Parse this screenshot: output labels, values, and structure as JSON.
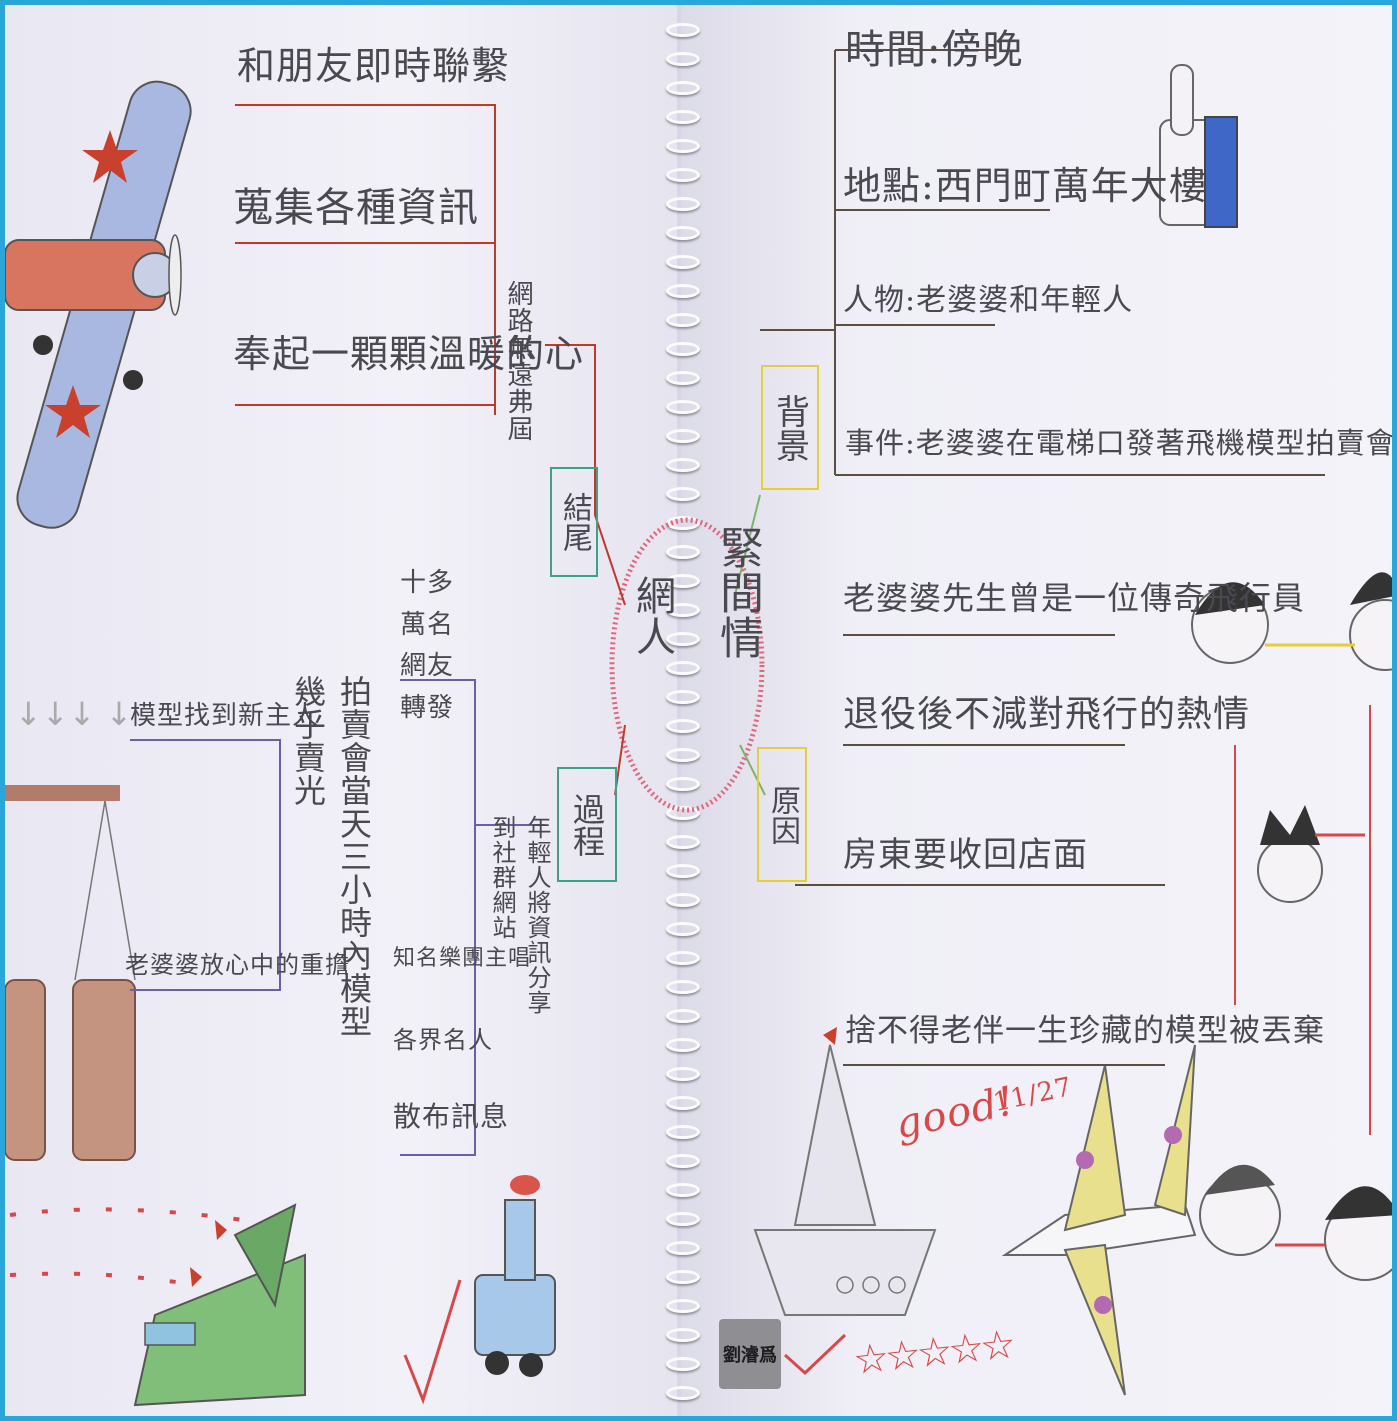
{
  "theme": {
    "frame_color": "#2aa6d8",
    "paper_color": "#f1f0f7",
    "ink_color": "#4a4950",
    "center_circle_color": "#e2677d"
  },
  "center_topic": {
    "left": "網人",
    "right": "緊間情"
  },
  "branches": {
    "ending": {
      "label": "結尾",
      "sub": "網路無遠弗屆",
      "items": [
        "和朋友即時聯繫",
        "蒐集各種資訊",
        "奉起一顆顆溫暖的心"
      ]
    },
    "process": {
      "label": "過程",
      "sub": "年輕人將資訊分享到社群網站",
      "groups": [
        {
          "head": "十多萬名網友轉發",
          "items": [
            "知名樂團主唱",
            "各界名人",
            "散布訊息"
          ]
        },
        {
          "head": "拍賣會當天三小時內模型幾乎賣光",
          "items": [
            "模型找到新主人",
            "老婆婆放心中的重擔"
          ]
        }
      ]
    },
    "background": {
      "label": "背景",
      "items": [
        "時間:傍晚",
        "地點:西門町萬年大樓",
        "人物:老婆婆和年輕人",
        "事件:老婆婆在電梯口發著飛機模型拍賣會的傳單"
      ]
    },
    "cause": {
      "label": "原因",
      "items": [
        "老婆婆先生曾是一位傳奇飛行員",
        "退役後不減對飛行的熱情",
        "房東要收回店面",
        "捨不得老伴一生珍藏的模型被丟棄"
      ]
    }
  },
  "teacher_mark": {
    "comment": "good!",
    "date": "11/27",
    "stars": "☆☆☆☆☆"
  },
  "student_name": "劉濬爲",
  "illustrations": [
    "biplane-drawing",
    "like-thumb-drawing",
    "scale-drawing",
    "family-drawing",
    "jet-drawing",
    "sailboat-drawing",
    "car-drawing",
    "airliner-drawing"
  ]
}
